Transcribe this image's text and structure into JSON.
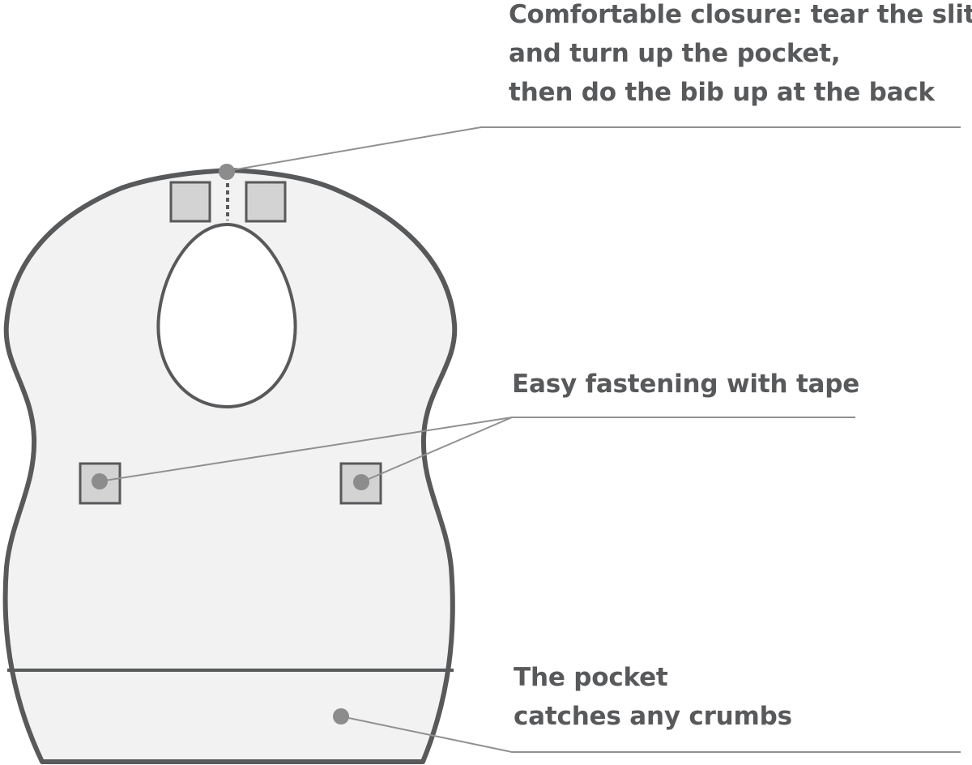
{
  "callouts": {
    "closure": {
      "lines": [
        "Comfortable closure: tear the slits",
        "and turn up the pocket,",
        "then do the bib up at the back"
      ]
    },
    "fastening": {
      "lines": [
        "Easy fastening with tape"
      ]
    },
    "pocket": {
      "lines": [
        "The pocket",
        "catches any crumbs"
      ]
    }
  },
  "colors": {
    "outline": "#58595b",
    "bib_fill": "#f2f2f2",
    "tab_fill": "#d3d3d3",
    "marker": "#8c8c8c",
    "leader": "#909090",
    "text": "#58595b"
  }
}
